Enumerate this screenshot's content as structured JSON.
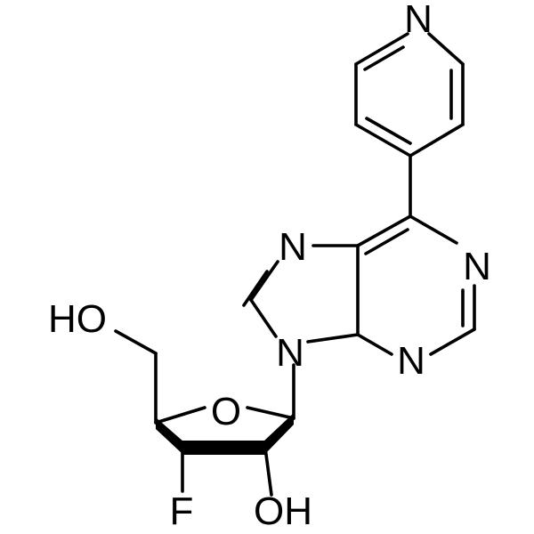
{
  "atoms": {
    "pyridine_n": "N",
    "imidazole_n7": "N",
    "pyrimidine_n1": "N",
    "pyrimidine_n3": "N",
    "imidazole_n9": "N",
    "ring_oxygen": "O",
    "hydroxymethyl": "HO",
    "fluorine": "F",
    "hydroxyl": "OH"
  },
  "colors": {
    "bond": "#000000",
    "text": "#000000",
    "background": "#ffffff"
  }
}
